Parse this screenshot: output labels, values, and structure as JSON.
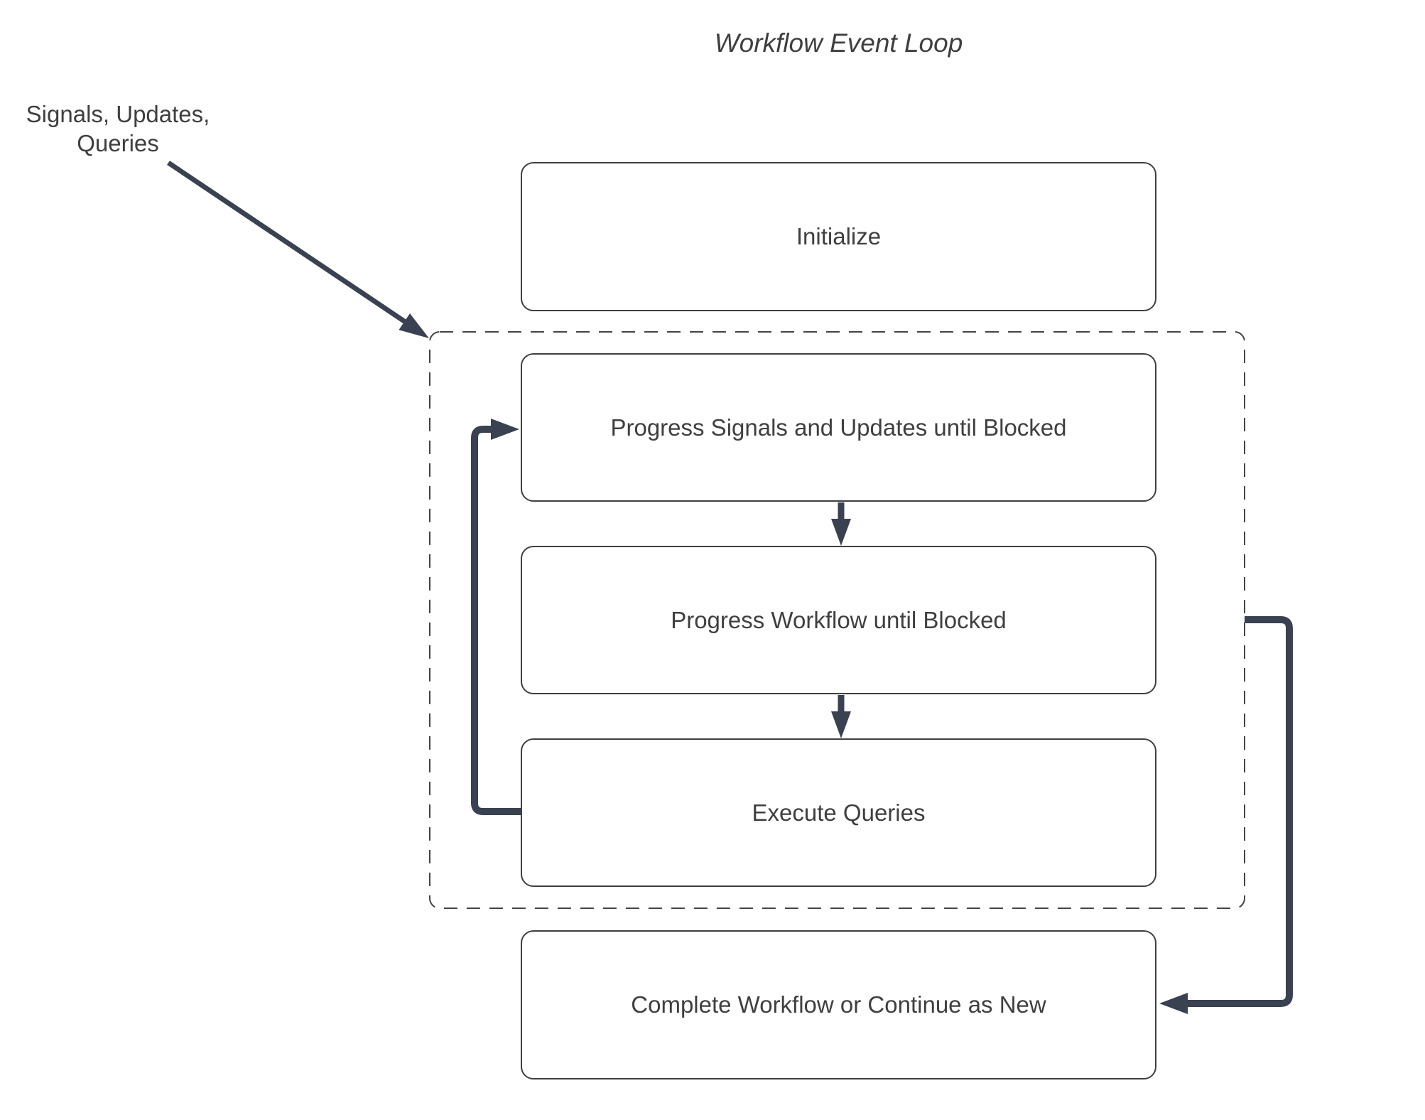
{
  "title": "Workflow Event Loop",
  "annotation": {
    "lines": [
      "Signals, Updates,",
      "Queries"
    ]
  },
  "nodes": {
    "initialize": {
      "label": "Initialize"
    },
    "progress_signals": {
      "label": "Progress Signals and Updates until Blocked"
    },
    "progress_workflow": {
      "label": "Progress Workflow until Blocked"
    },
    "execute_queries": {
      "label": "Execute Queries"
    },
    "complete": {
      "label": "Complete Workflow or Continue as New"
    }
  },
  "colors": {
    "background": "#ffffff",
    "box_border": "#3f3f3f",
    "dashed_border": "#444444",
    "text": "#3f3f3f",
    "arrow": "#3a4150"
  }
}
